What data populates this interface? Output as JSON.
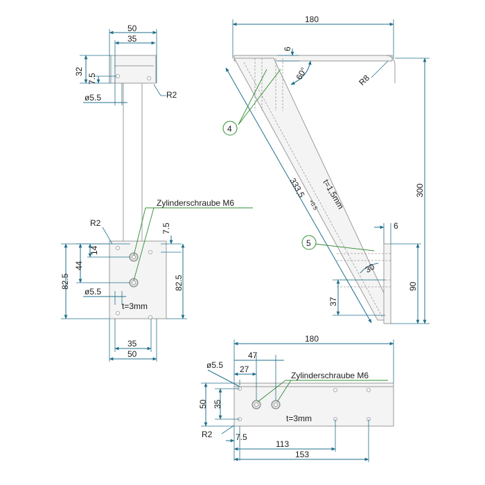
{
  "front_view": {
    "dims": {
      "top_width_outer": "50",
      "top_width_inner": "35",
      "top_height": "32",
      "top_offset": "7.5",
      "top_hole": "ø5.5",
      "top_radius": "R2",
      "bottom_radius": "R2",
      "screw_label": "Zylinderschraube M6",
      "right_offset": "7.5",
      "screw_spacing": "14",
      "screw_height": "44",
      "left_height": "82.5",
      "right_height": "82.5",
      "bottom_hole": "ø5.5",
      "thickness": "t=3mm",
      "bottom_width_inner": "35",
      "bottom_width_outer": "50"
    }
  },
  "side_view": {
    "dims": {
      "total_width": "180",
      "flange_thickness": "6",
      "angle": "60°",
      "radius": "R8",
      "diagonal_length": "333,5",
      "diagonal_tolerance": "+0.5",
      "thickness": "t=1,5mm",
      "foot_thickness": "6",
      "foot_angle": "30",
      "total_height": "300",
      "foot_height": "90",
      "lower_offset": "37"
    },
    "callouts": [
      "4",
      "5"
    ]
  },
  "bottom_view": {
    "dims": {
      "total_width": "180",
      "hole_spacing": "47",
      "hole_offset": "27",
      "hole_diameter": "ø5.5",
      "screw_label": "Zylinderschraube M6",
      "height_outer": "50",
      "height_inner": "35",
      "thickness": "t=3mm",
      "radius": "R2",
      "edge_offset": "7.5",
      "mid_hole": "113",
      "far_hole": "153"
    }
  },
  "colors": {
    "dimension": "#1f6f8b",
    "leader": "#2e8b2e",
    "part": "#9a9a9a"
  }
}
